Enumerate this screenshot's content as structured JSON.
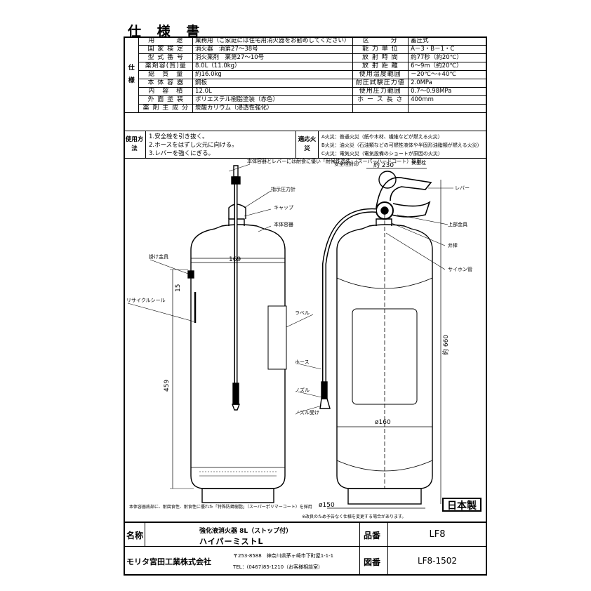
{
  "title": "仕 様 書",
  "spec_side_label": "仕様",
  "spec_rows": [
    {
      "label": "用　　　途",
      "value": "業務用（ご家庭には住宅用消火器をお勧めしてください）",
      "label2": "区　　　分",
      "value2": "蓄圧式"
    },
    {
      "label": "国 家 検 定",
      "value": "消火器　消第27～38号",
      "label2": "能 力 単 位",
      "value2": "A－3・B－1・C"
    },
    {
      "label": "型 式 番 号",
      "value": "消火薬剤　薬第27～10号",
      "label2": "放 射 時 間",
      "value2": "約77秒（約20℃）"
    },
    {
      "label": "薬剤容(質)量",
      "value": "8.0L（11.0kg）",
      "label2": "放 射 距 離",
      "value2": "6～9m（約20℃）"
    },
    {
      "label": "総　質　量",
      "value": "約16.0kg",
      "label2": "使用温度範囲",
      "value2": "－20℃～+40℃"
    },
    {
      "label": "本 体 容 器",
      "value": "鋼板",
      "label2": "耐圧試験圧力値",
      "value2": "2.0MPa"
    },
    {
      "label": "内　容　積",
      "value": "12.0L",
      "label2": "使用圧力範囲",
      "value2": "0.7～0.98MPa"
    },
    {
      "label": "外 面 塗 装",
      "value": "ポリエステル樹脂塗装（赤色）",
      "label2": "ホ ー ス 長 さ",
      "value2": "400mm"
    },
    {
      "label": "薬 剤 主 成 分",
      "value": "炭酸カリウム（浸透性強化）",
      "label2": "",
      "value2": ""
    }
  ],
  "usage": {
    "label": "使用方法",
    "steps": [
      "1.安全栓を引き抜く。",
      "2.ホースをはずし火元に向ける。",
      "3.レバーを強くにぎる。"
    ],
    "fire_label": "適応火災",
    "fires": [
      "A火災：普通火災（紙や木材、繊維などが燃える火災）",
      "B火災：油火災（石油類などの可燃性液体や半固形油脂類が燃える火災）",
      "C火災：電気火災（電気設備のショートが原因の火災）"
    ]
  },
  "drawing_labels": {
    "note_top": "本体容器とレバーには耐食に優い「耐候性塗装」（スーパーハードコート）採用",
    "indicator": "指示圧力計",
    "cap": "キャップ",
    "body": "本体容器",
    "hanger": "掛け金具",
    "recycle": "リサイクルシール",
    "label": "ラベル",
    "hose": "ホース",
    "nozzle": "ノズル",
    "nozzle_holder": "ノズル受け",
    "safety_pin_cover": "安全栓封印",
    "safety_pin": "安全栓",
    "lever": "レバー",
    "upper_fitting": "上部金具",
    "valve": "弁棒",
    "siphon": "サイホン管",
    "bottom_note": "本体容器底部に、耐腐食性、耐食性に優れた「特殊防錆樹脂」（スーパーポリマーコート）を採用",
    "dim_169": "169",
    "dim_15": "15",
    "dim_459": "459",
    "dim_230": "約 230",
    "dim_660": "約 660",
    "dim_160": "ø160",
    "dim_150": "ø150",
    "made_in": "日本製",
    "improve_note": "※改良のため予告なく仕様を変更する場合があります。"
  },
  "name_label": "名称",
  "product_name_1": "強化液消火器 8L（ストップ付）",
  "product_name_2": "ハイパーミストL",
  "part_no_label": "品番",
  "part_no": "LF8",
  "company": "モリタ宮田工業株式会社",
  "address_line1": "〒253-8588　神奈川県茅ヶ崎市下町屋1-1-1",
  "address_line2": "TEL：(0467)85-1210（お客様相談室）",
  "drawing_no_label": "図番",
  "drawing_no": "LF8-1502"
}
